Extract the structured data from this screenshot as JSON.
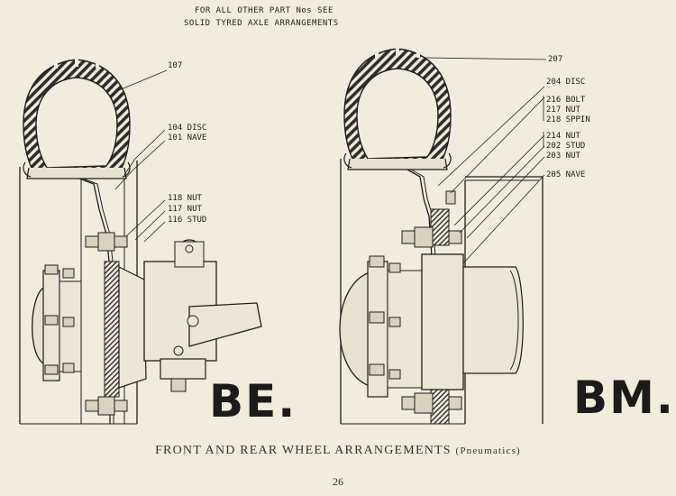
{
  "header": {
    "line1": "FOR ALL OTHER PART Nos SEE",
    "line2": "SOLID TYRED AXLE ARRANGEMENTS"
  },
  "colors": {
    "paper": "#f1ecdc",
    "ink": "#1e1e1e",
    "hatch": "#3a3a3a"
  },
  "left_drawing": {
    "label": "BE.",
    "callouts": [
      "107",
      "104 DISC",
      "101 NAVE",
      "118 NUT",
      "117 NUT",
      "116 STUD"
    ]
  },
  "right_drawing": {
    "label": "BM.",
    "callouts": [
      "207",
      "204 DISC",
      "216 BOLT",
      "217 NUT",
      "218 SPPIN",
      "214 NUT",
      "202 STUD",
      "203 NUT",
      "205 NAVE"
    ]
  },
  "caption": {
    "main": "FRONT AND REAR WHEEL ARRANGEMENTS",
    "sub": "(Pneumatics)"
  },
  "page_number": "26"
}
